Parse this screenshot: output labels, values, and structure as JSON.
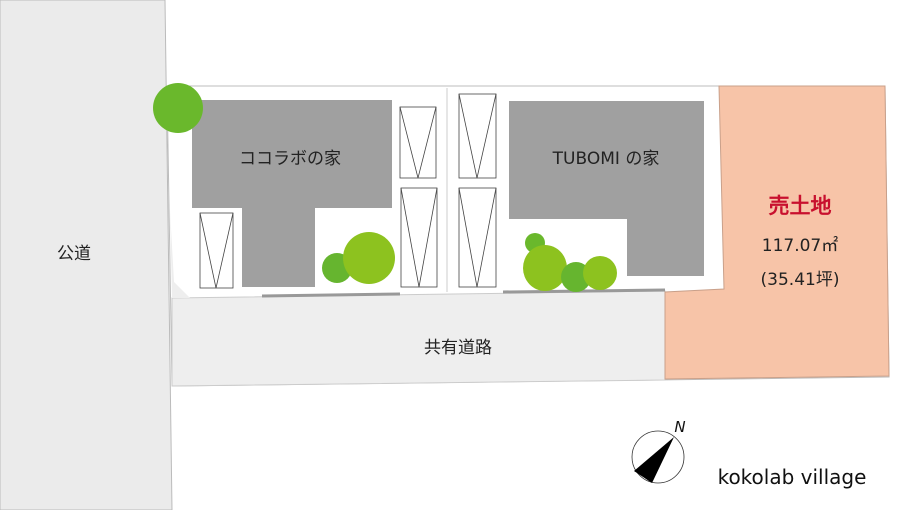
{
  "public_road": {
    "label": "公道"
  },
  "shared_road": {
    "label": "共有道路"
  },
  "houses": [
    {
      "label": "ココラボの家"
    },
    {
      "label": "TUBOMI の家"
    }
  ],
  "lot_for_sale": {
    "title": "売土地",
    "area_sqm": "117.07㎡",
    "area_tsubo": "(35.41坪)"
  },
  "compass": {
    "north_label": "N"
  },
  "caption": "kokolab village",
  "colors": {
    "road": "#ebebeb",
    "building": "#a0a0a0",
    "lot_for_sale": "#f7c4a8",
    "sale_title": "#c8102e",
    "tree_dark": "#66b52f",
    "tree_light": "#8dc21f"
  }
}
